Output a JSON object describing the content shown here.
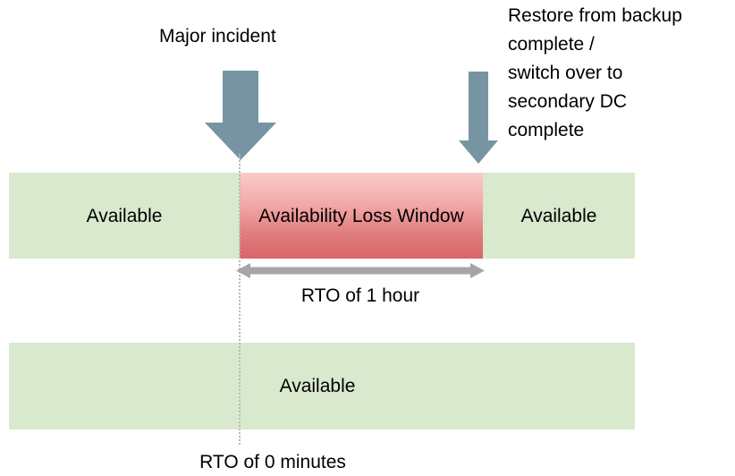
{
  "diagram": {
    "title_context": "RTO availability timeline",
    "annotations": {
      "major_incident": "Major incident",
      "restore_complete": "Restore from backup\ncomplete /\nswitch over to\nsecondary DC\ncomplete"
    },
    "timeline_primary": {
      "segments": [
        {
          "name": "available-before",
          "label": "Available",
          "state": "available"
        },
        {
          "name": "availability-loss-window",
          "label": "Availability Loss\nWindow",
          "state": "loss"
        },
        {
          "name": "available-after",
          "label": "Available",
          "state": "available"
        }
      ]
    },
    "timeline_secondary": {
      "segments": [
        {
          "name": "available-full",
          "label": "Available",
          "state": "available"
        }
      ]
    },
    "measures": {
      "rto_hour": "RTO of 1 hour",
      "rto_minutes": "RTO of 0 minutes"
    },
    "icons": {
      "major_incident_arrow": "down-arrow-icon",
      "restore_arrow": "down-arrow-icon",
      "rto_measure": "double-headed-arrow-icon",
      "incident_marker": "dotted-vertical-line-icon"
    },
    "colors": {
      "available_green": "#d8e9cd",
      "loss_red_top": "#f9cccc",
      "loss_red_bottom": "#d9646a",
      "event_arrow_slate": "#7794a3",
      "measure_arrow_gray": "#a6a6a6",
      "dotted_line_gray": "#b9b9b9",
      "text_black": "#000000",
      "background": "#ffffff"
    }
  }
}
